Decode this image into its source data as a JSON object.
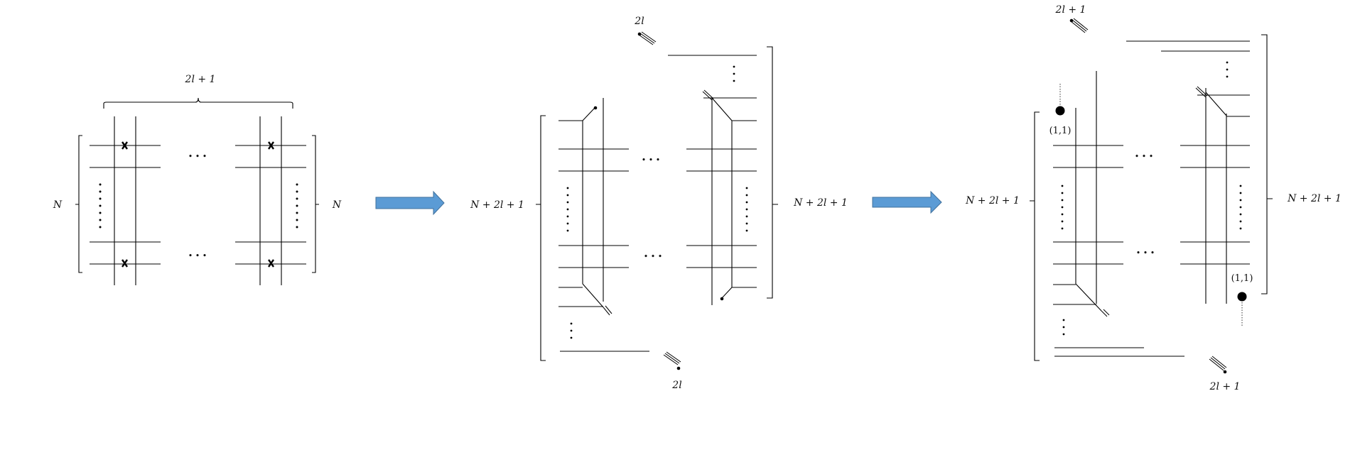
{
  "panel1": {
    "top_label": "2l + 1",
    "left_label": "N",
    "right_label": "N"
  },
  "panel2": {
    "top_label": "2l",
    "bottom_label": "2l",
    "left_label": "N + 2l + 1",
    "right_label": "N + 2l + 1"
  },
  "panel3": {
    "top_label": "2l + 1",
    "bottom_label": "2l + 1",
    "left_label": "N + 2l + 1",
    "right_label": "N + 2l + 1",
    "charge_top": "(1,1)",
    "charge_bottom": "(1,1)"
  },
  "ellipsis": "• • •",
  "arrow_color": "#5b9bd5",
  "arrow_border": "#41719c"
}
